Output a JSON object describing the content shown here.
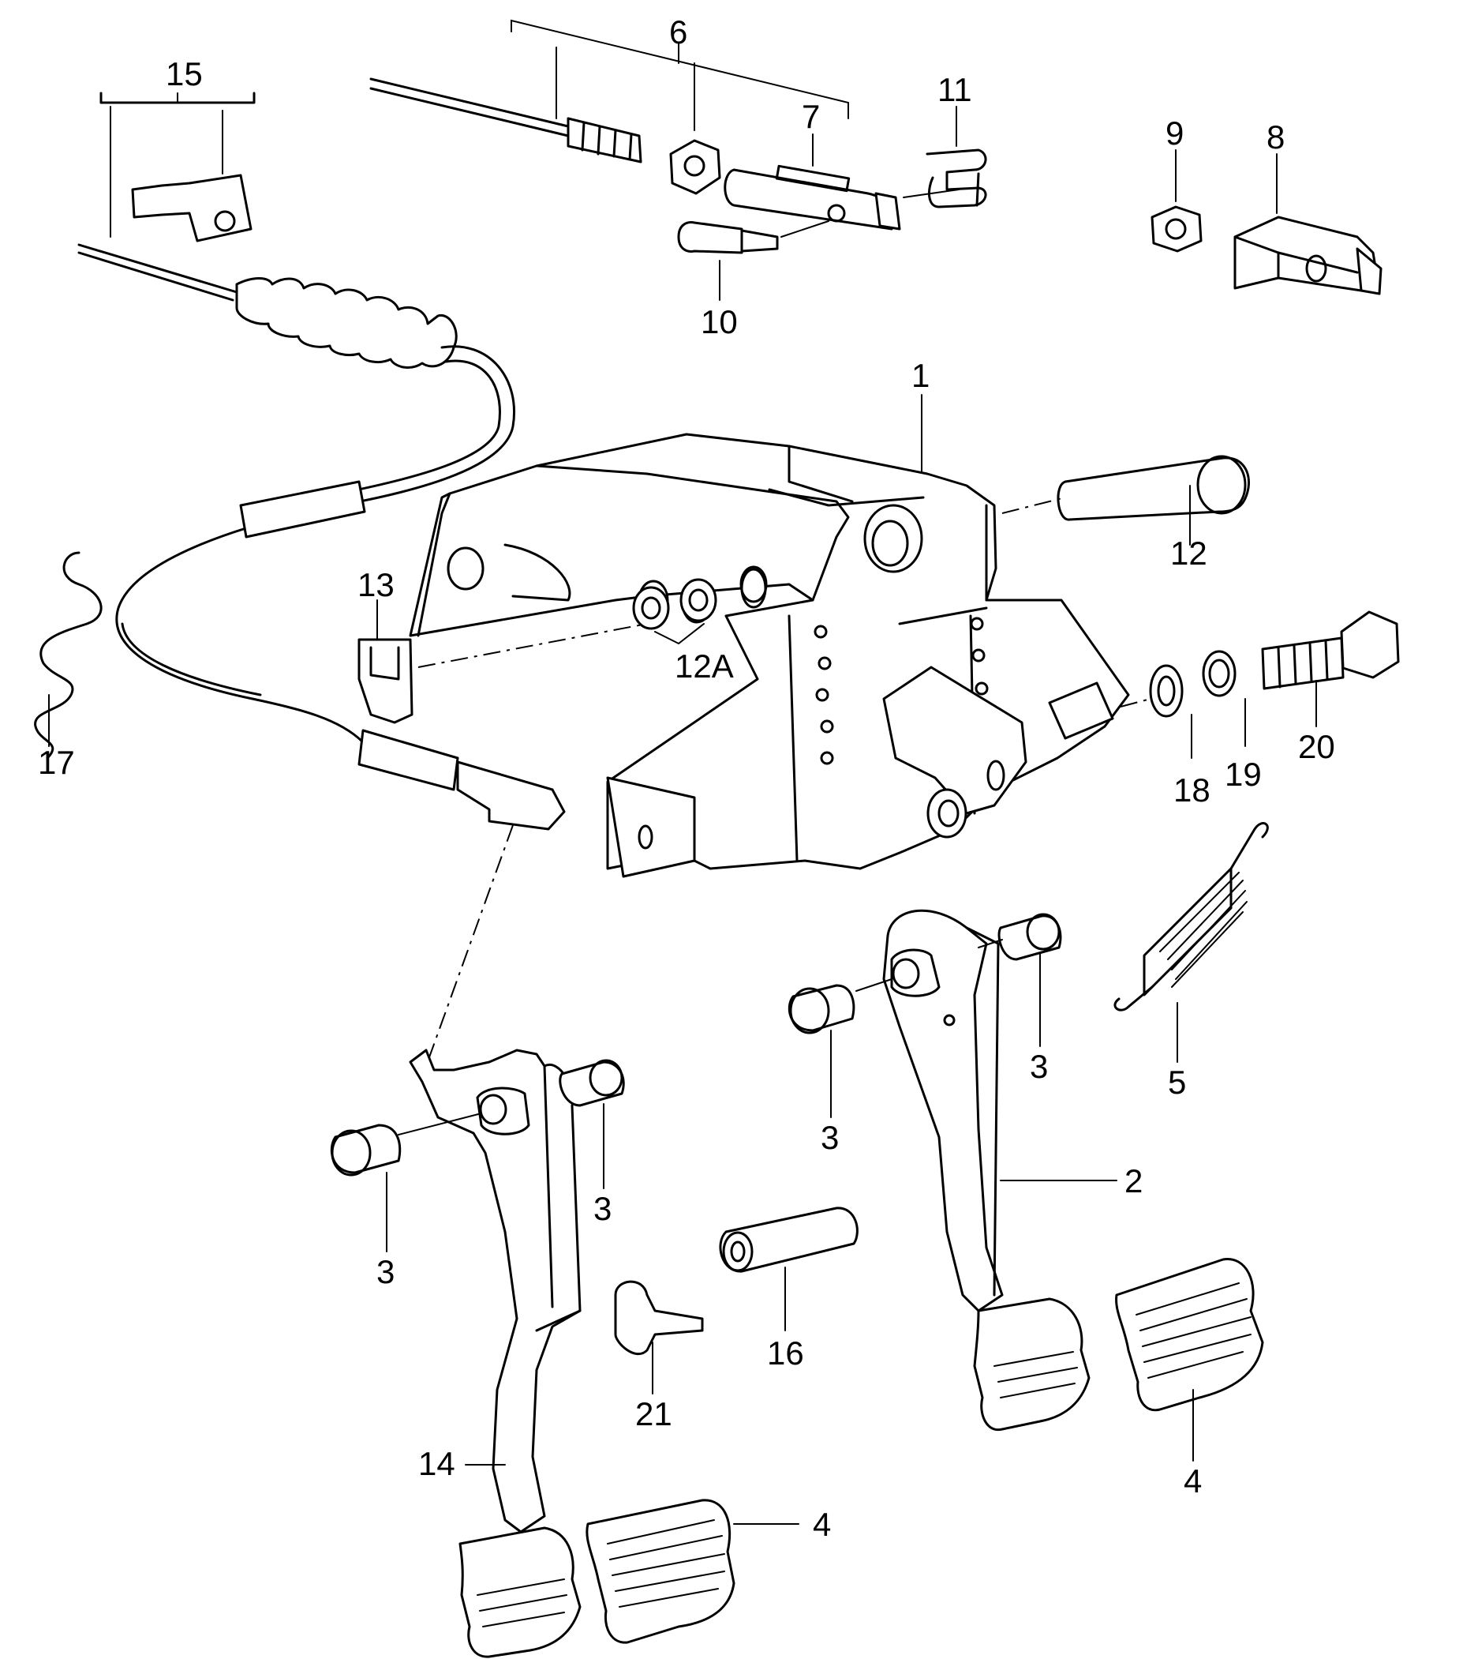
{
  "callouts": {
    "c1": "1",
    "c2": "2",
    "c3a": "3",
    "c3b": "3",
    "c3c": "3",
    "c3d": "3",
    "c4a": "4",
    "c4b": "4",
    "c5": "5",
    "c6": "6",
    "c7": "7",
    "c8": "8",
    "c9": "9",
    "c10": "10",
    "c11": "11",
    "c12": "12",
    "c12a": "12A",
    "c13": "13",
    "c14": "14",
    "c15": "15",
    "c16": "16",
    "c17": "17",
    "c18": "18",
    "c19": "19",
    "c20": "20",
    "c21": "21"
  }
}
